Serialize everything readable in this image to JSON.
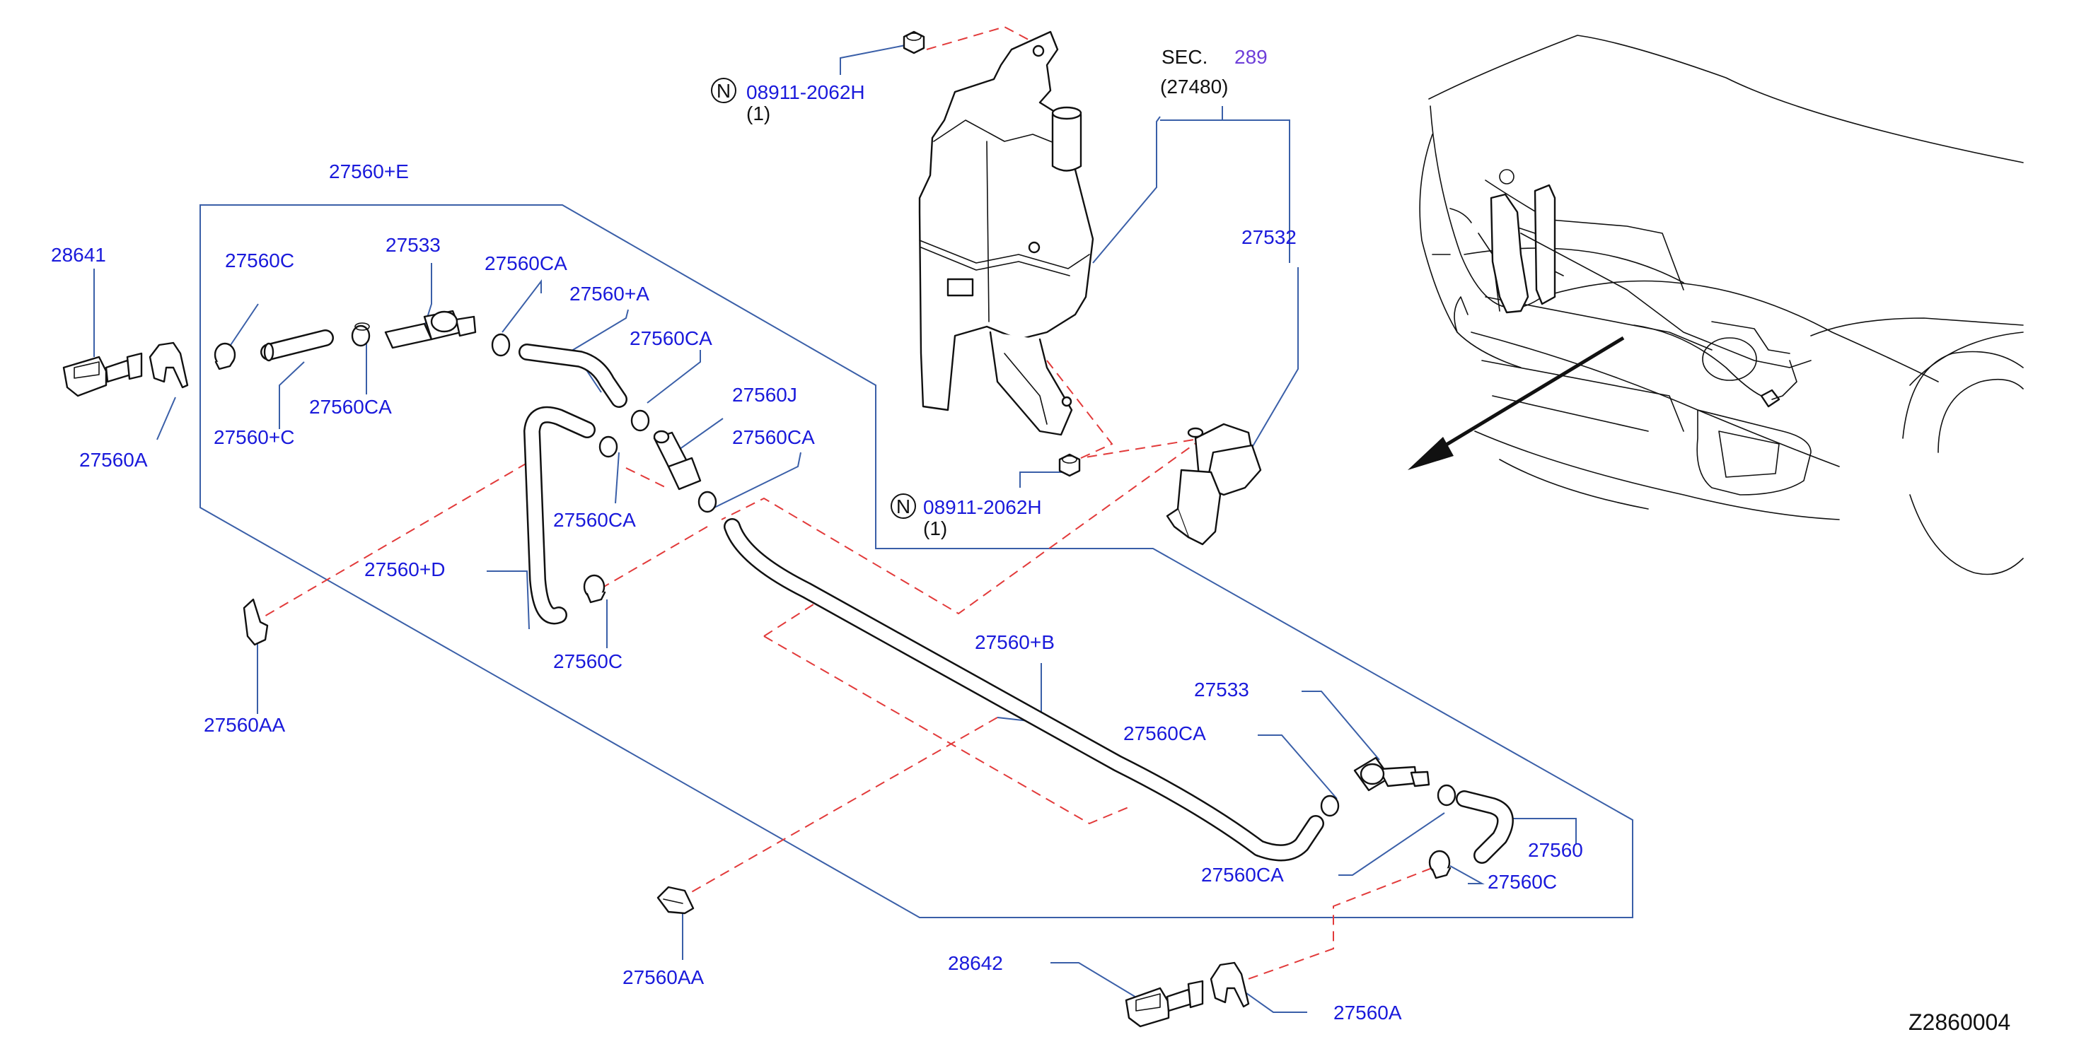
{
  "labels": {
    "sec_prefix": "SEC.",
    "sec_number": "289",
    "sec_ref": "(27480)",
    "nut_symbol": "N",
    "nut_top": "08911-2062H",
    "nut_top_qty": "(1)",
    "nut_mid": "08911-2062H",
    "nut_mid_qty": "(1)",
    "p27532": "27532",
    "p27560E": "27560+E",
    "p28641": "28641",
    "p27560C_1": "27560C",
    "p27533_1": "27533",
    "p27560CA_1": "27560CA",
    "p27560A_plus": "27560+A",
    "p27560CA_2": "27560CA",
    "p27560J": "27560J",
    "p27560CA_3": "27560CA",
    "p27560C_plus": "27560+C",
    "p27560CA_4": "27560CA",
    "p27560A_1": "27560A",
    "p27560D": "27560+D",
    "p27560CA_5": "27560CA",
    "p27560C_2": "27560C",
    "p27560AA_1": "27560AA",
    "p27560B": "27560+B",
    "p27533_2": "27533",
    "p27560CA_6": "27560CA",
    "p27560": "27560",
    "p27560CA_7": "27560CA",
    "p27560C_3": "27560C",
    "p27560AA_2": "27560AA",
    "p28642": "28642",
    "p27560A_2": "27560A",
    "diagram_code": "Z2860004"
  },
  "colors": {
    "part_number": "#1a1adb",
    "section_link": "#6e3fd9",
    "leader_line": "#3a5fa8",
    "dashed_line": "#e23a3a",
    "outline": "#111111"
  }
}
